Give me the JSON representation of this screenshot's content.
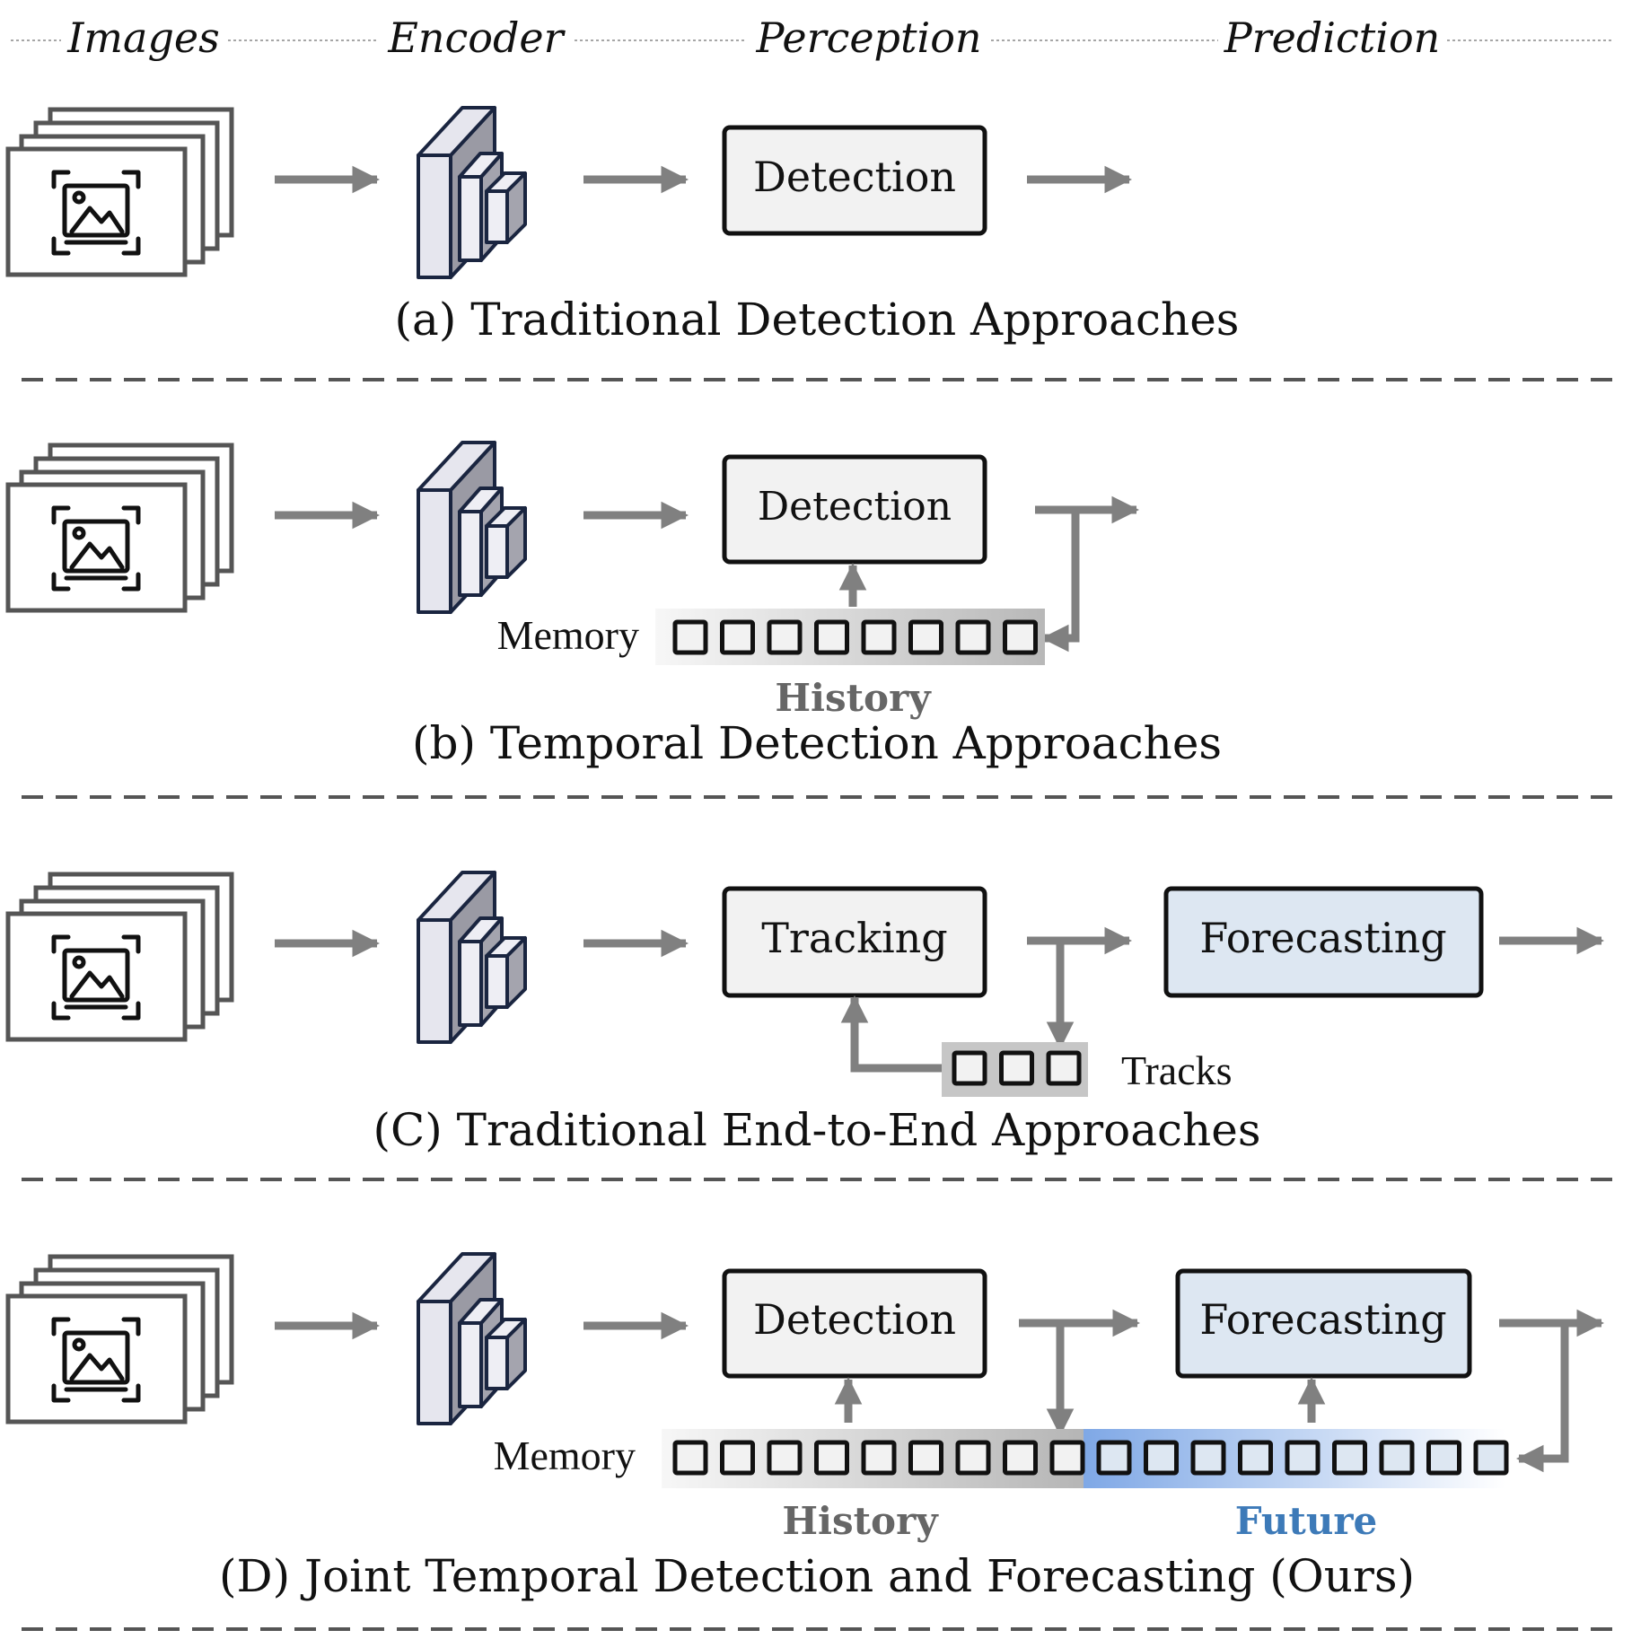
{
  "header": {
    "images": "Images",
    "encoder": "Encoder",
    "perception": "Perception",
    "prediction": "Prediction"
  },
  "panel_a": {
    "caption": "(a) Traditional Detection Approaches",
    "box": "Detection"
  },
  "panel_b": {
    "caption": "(b) Temporal Detection Approaches",
    "box": "Detection",
    "memory_label": "Memory",
    "history_label": "History",
    "memory_cells": 8
  },
  "panel_c": {
    "caption": "(C) Traditional End-to-End Approaches",
    "box_tracking": "Tracking",
    "box_forecasting": "Forecasting",
    "tracks_label": "Tracks",
    "track_cells": 3
  },
  "panel_d": {
    "caption": "(D) Joint Temporal Detection and Forecasting (Ours)",
    "box_detection": "Detection",
    "box_forecasting": "Forecasting",
    "memory_label": "Memory",
    "history_label": "History",
    "future_label": "Future",
    "history_cells": 9,
    "future_cells": 9
  },
  "colors": {
    "arrow": "#808080",
    "box_fill": "#f2f2f2",
    "forecast_fill": "#dde7f2",
    "cube_stroke": "#1a2540",
    "future_text": "#3d7ab8",
    "history_text": "#666666"
  }
}
